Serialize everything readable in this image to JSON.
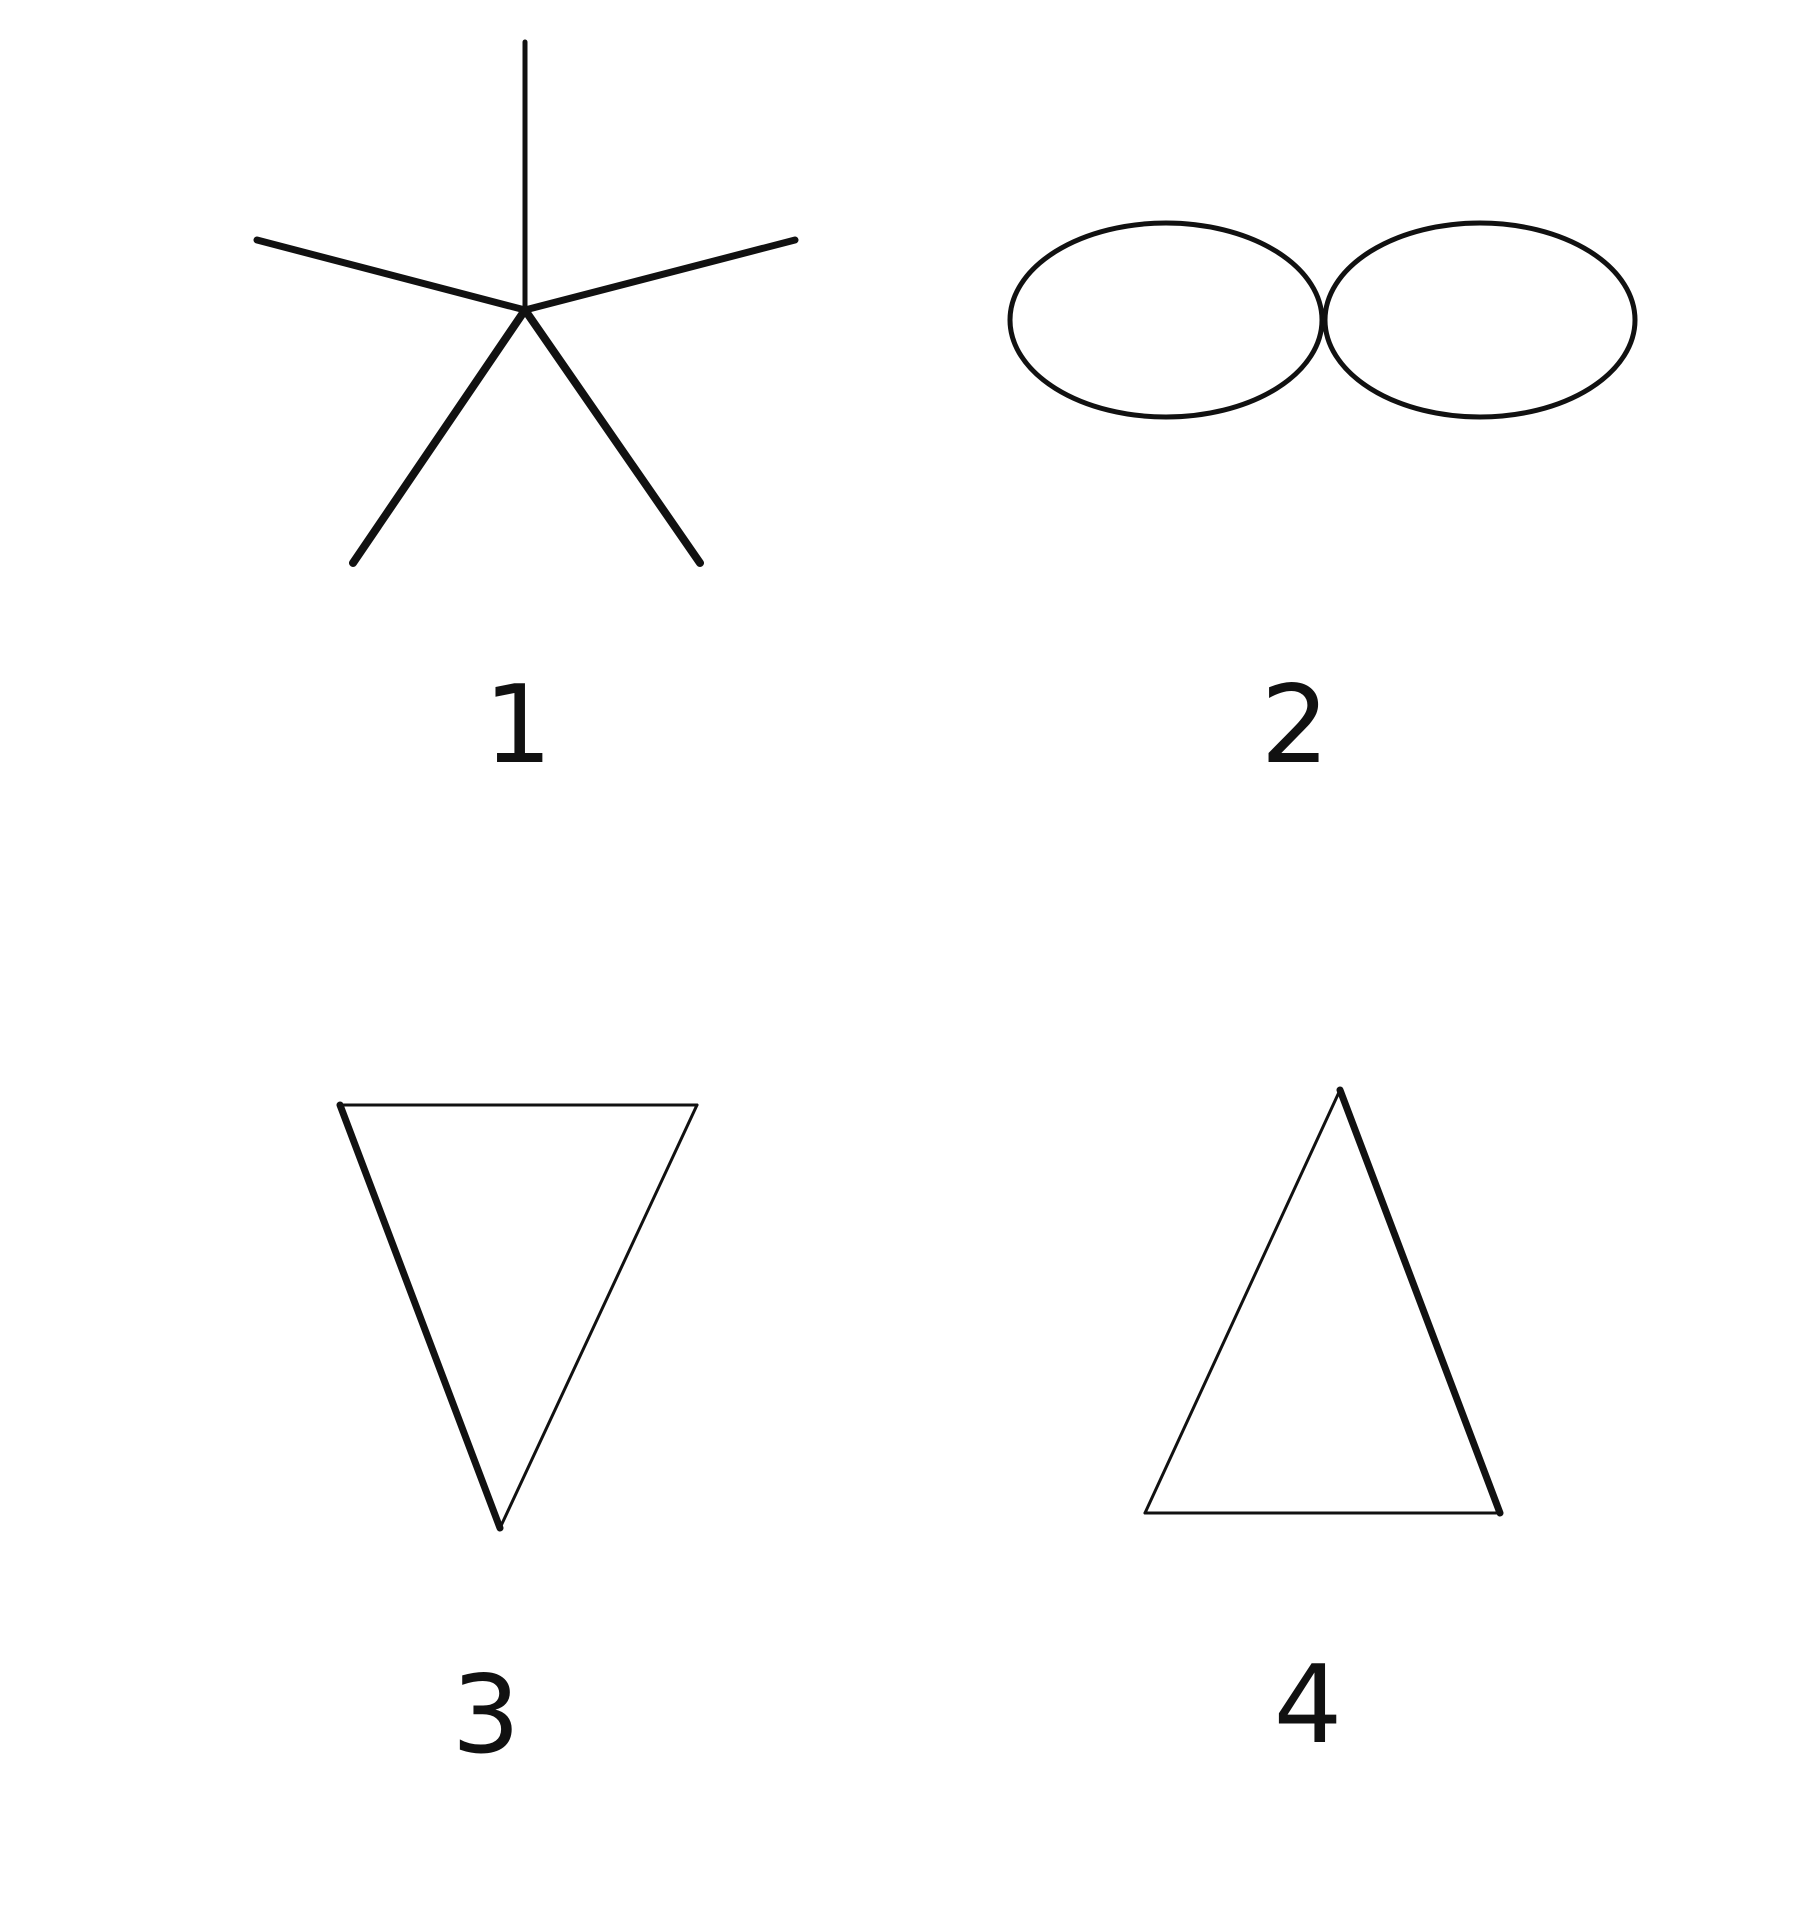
{
  "figures": [
    {
      "shape": "five-spoke-star",
      "label": "1"
    },
    {
      "shape": "double-ellipse",
      "label": "2"
    },
    {
      "shape": "inverted-triangle",
      "label": "3"
    },
    {
      "shape": "upright-triangle",
      "label": "4"
    }
  ],
  "colors": {
    "background": "#ffffff",
    "ink": "#111111"
  }
}
